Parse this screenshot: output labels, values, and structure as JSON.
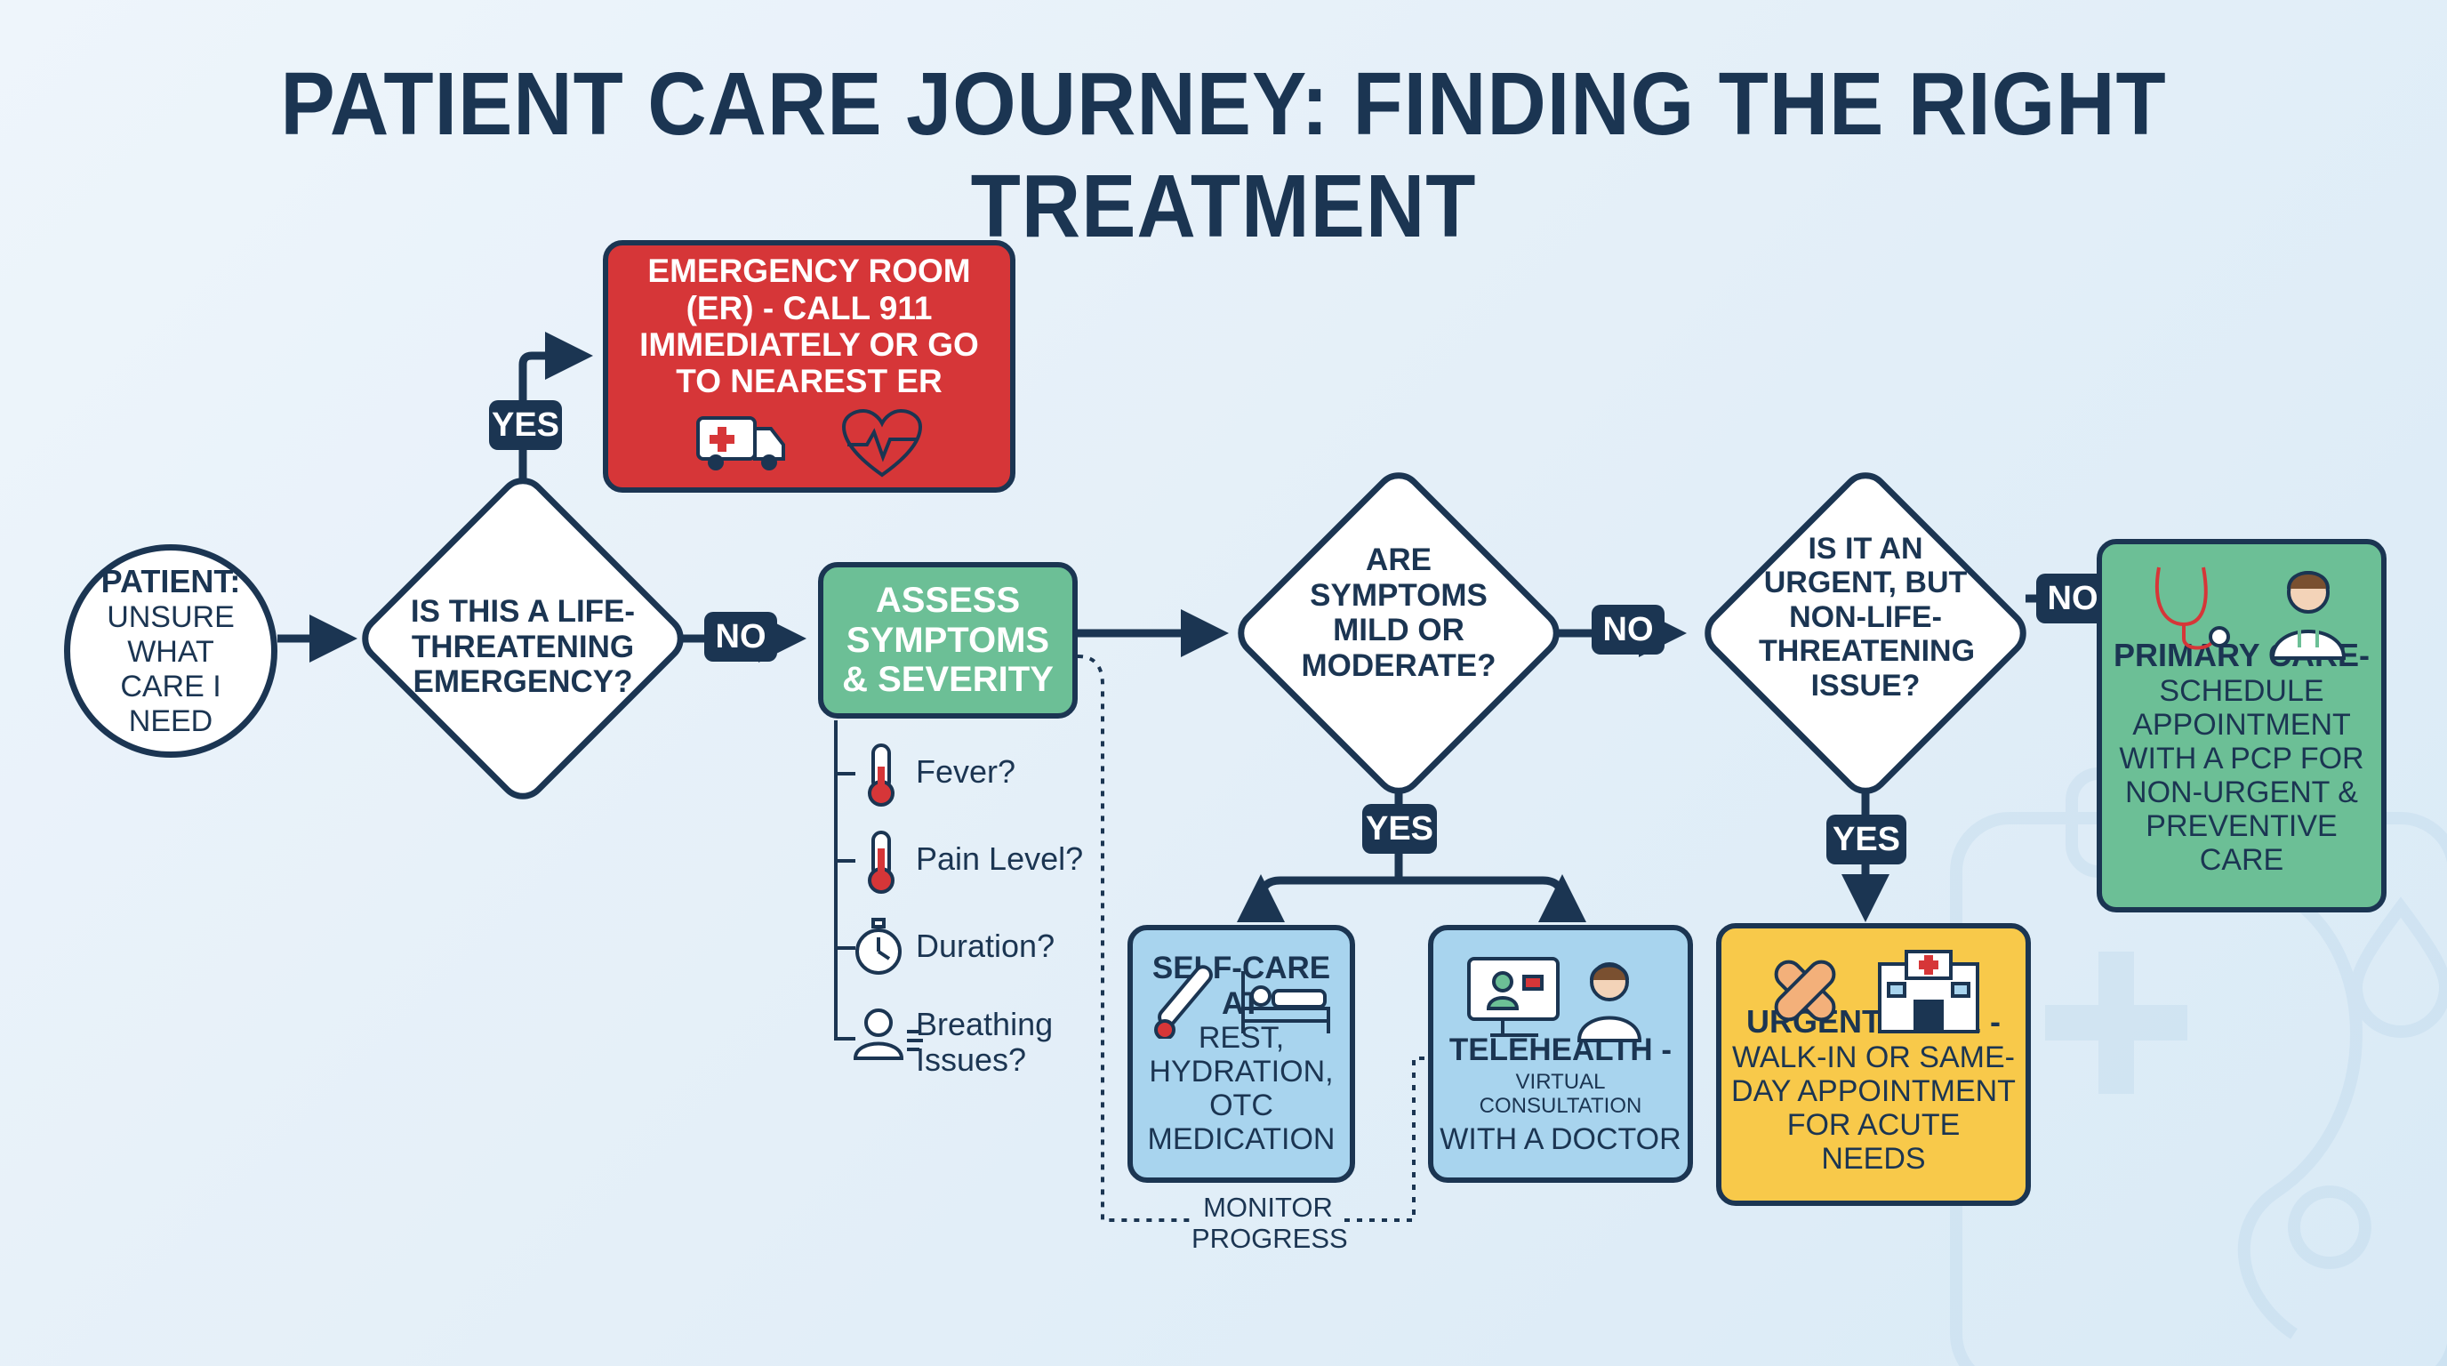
{
  "title": "PATIENT CARE JOURNEY: FINDING THE RIGHT TREATMENT",
  "start": {
    "bold": "PATIENT:",
    "text": "UNSURE WHAT CARE I NEED"
  },
  "decision1": "IS THIS A LIFE-THREATENING EMERGENCY?",
  "emergency": {
    "text": "EMERGENCY ROOM (ER) - CALL 911 IMMEDIATELY OR GO TO NEAREST ER",
    "color": "#d63638"
  },
  "assess": {
    "text": "ASSESS SYMPTOMS & SEVERITY",
    "color": "#6cbf96"
  },
  "checklist": [
    {
      "label": "Fever?",
      "icon": "thermometer-icon"
    },
    {
      "label": "Pain Level?",
      "icon": "thermometer-icon"
    },
    {
      "label": "Duration?",
      "icon": "stopwatch-icon"
    },
    {
      "label": "Breathing Issues?",
      "icon": "breathing-person-icon"
    }
  ],
  "decision2": "ARE SYMPTOMS MILD OR MODERATE?",
  "decision3": "IS IT AN URGENT, BUT NON-LIFE-THREATENING ISSUE?",
  "selfcare": {
    "title": "SELF-CARE AT",
    "text": "REST, HYDRATION, OTC MEDICATION",
    "color": "#a8d4ee"
  },
  "telehealth": {
    "title": "TELEHEALTH -",
    "sub": "VIRTUAL CONSULTATION",
    "text": "WITH A DOCTOR",
    "color": "#a8d4ee"
  },
  "urgent": {
    "title": "URGENT CARE -",
    "text": "WALK-IN OR SAME-DAY APPOINTMENT FOR ACUTE NEEDS",
    "color": "#f8c94a"
  },
  "primary": {
    "title": "PRIMARY CARE-",
    "text": "SCHEDULE APPOINTMENT WITH A PCP FOR NON-URGENT & PREVENTIVE CARE",
    "color": "#6cbf96"
  },
  "monitor": "MONITOR PROGRESS",
  "labels": {
    "yes": "YES",
    "no": "NO"
  }
}
